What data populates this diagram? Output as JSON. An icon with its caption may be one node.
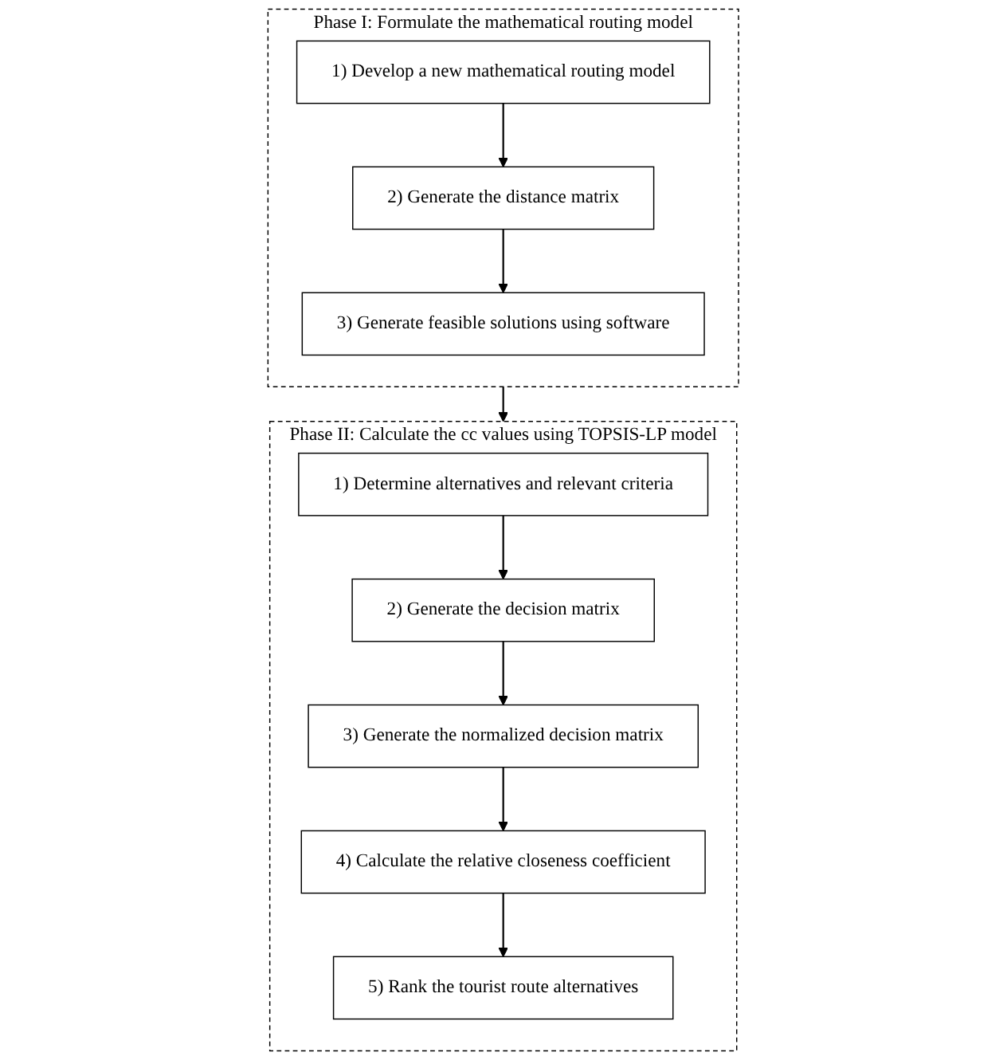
{
  "diagram": {
    "nodes": [
      {
        "text": [
          "Phase I: Formulate the mathematical routing model"
        ]
      },
      {
        "text": [
          "1) Develop a new mathematical routing model"
        ],
        "in": 0
      },
      {
        "text": [
          "2) Generate the distance matrix"
        ],
        "in": 0
      },
      {
        "text": [
          "3) Generate feasible solutions using software"
        ],
        "in": 0
      },
      {
        "text": [
          "Phase II: Calculate the cc values using TOPSIS-LP model"
        ]
      },
      {
        "text": [
          "1) Determine alternatives and relevant criteria"
        ],
        "in": 4
      },
      {
        "text": [
          "2) Generate the decision matrix"
        ],
        "in": 4
      },
      {
        "text": [
          "3) Generate the normalized decision matrix"
        ],
        "in": 4
      },
      {
        "text": [
          "4) Calculate the relative closeness coefficient"
        ],
        "in": 4
      },
      {
        "text": [
          "5) Rank the tourist route alternatives"
        ],
        "in": 4
      }
    ],
    "edges": [
      {
        "from": 1,
        "to": 2,
        "arrow": "to"
      },
      {
        "from": 2,
        "to": 3,
        "arrow": "to"
      },
      {
        "from": 0,
        "to": 4,
        "arrow": "to"
      },
      {
        "from": 5,
        "to": 6,
        "arrow": "to"
      },
      {
        "from": 6,
        "to": 7,
        "arrow": "to"
      },
      {
        "from": 7,
        "to": 8,
        "arrow": "to"
      },
      {
        "from": 8,
        "to": 9,
        "arrow": "to"
      }
    ]
  }
}
